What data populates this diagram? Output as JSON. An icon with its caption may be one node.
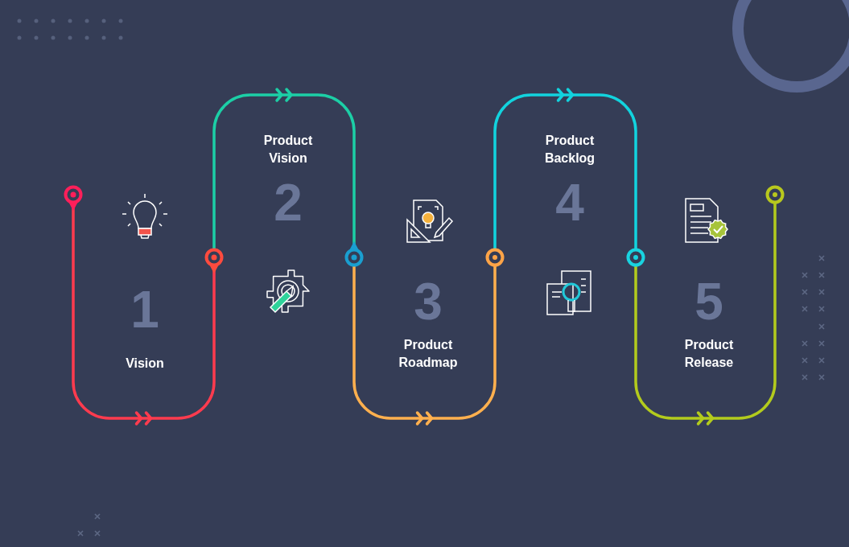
{
  "diagram": {
    "nodes": [
      {
        "text": [],
        "shape": "circle"
      },
      {
        "text": [],
        "shape": "circle"
      },
      {
        "text": [],
        "shape": "circle"
      },
      {
        "text": [],
        "shape": "circle"
      },
      {
        "text": [],
        "shape": "circle"
      },
      {
        "text": [],
        "shape": "circle"
      }
    ],
    "edges": [
      {
        "from": 0,
        "to": 1,
        "arrow": "to",
        "color": "#ff3b4e"
      },
      {
        "from": 1,
        "to": 2,
        "arrow": "to",
        "color": "#1ccfa6"
      },
      {
        "from": 2,
        "to": 3,
        "arrow": "to",
        "color": "#ffb04e"
      },
      {
        "from": 3,
        "to": 4,
        "arrow": "to",
        "color": "#12d3de"
      },
      {
        "from": 4,
        "to": 5,
        "arrow": "to",
        "color": "#b3cb1d"
      }
    ],
    "labels": [
      "1",
      "Vision",
      "2",
      "Product Vision",
      "3",
      "Product Roadmap",
      "4",
      "Product Backlog",
      "5",
      "Product Release"
    ]
  }
}
